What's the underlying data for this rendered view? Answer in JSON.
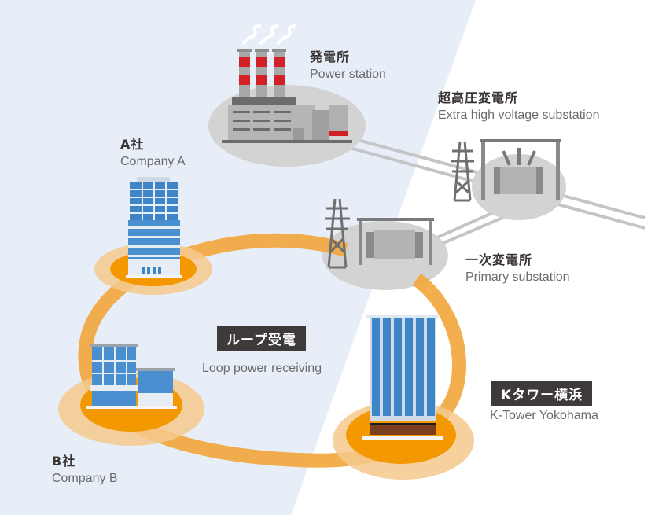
{
  "colors": {
    "bg_left": "#e7eef8",
    "bg_right": "#ffffff",
    "loop": "#f2a53a",
    "node_inner": "#f39800",
    "node_outer": "#f5c98d",
    "grey_disc": "#d3d3d3",
    "power_line": "#c5c5c5",
    "tag_bg": "#3f3a3a",
    "chimney_red": "#d22027"
  },
  "nodes": {
    "power_station": {
      "jp": "発電所",
      "en": "Power station"
    },
    "ehv_substation": {
      "jp": "超高圧変電所",
      "en": "Extra high voltage substation"
    },
    "primary_substation": {
      "jp": "一次変電所",
      "en": "Primary substation"
    },
    "company_a": {
      "jp": "A社",
      "en": "Company A"
    },
    "company_b": {
      "jp": "B社",
      "en": "Company B"
    },
    "k_tower": {
      "jp": "Kタワー横浜",
      "en": "K-Tower Yokohama"
    }
  },
  "loop": {
    "jp": "ループ受電",
    "en": "Loop power receiving"
  },
  "icons": [
    "power-plant-icon",
    "transmission-tower-icon",
    "transformer-icon",
    "office-tower-icon",
    "office-building-icon",
    "skyscraper-icon"
  ]
}
